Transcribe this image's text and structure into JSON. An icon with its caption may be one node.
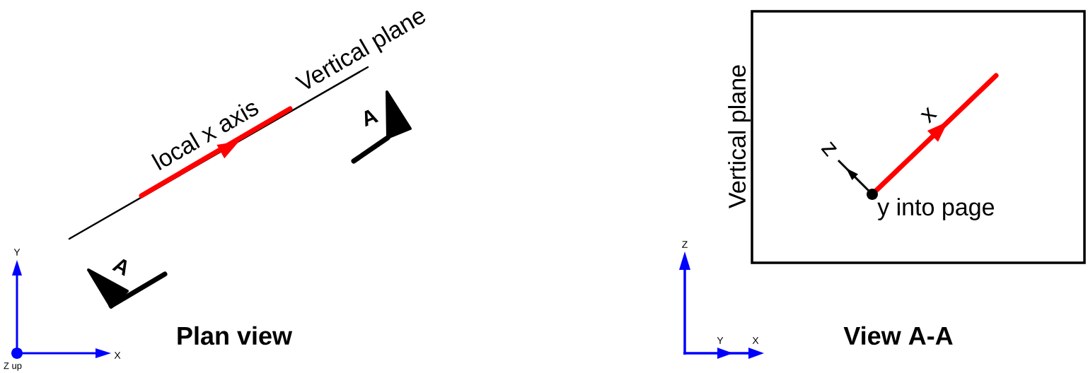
{
  "diagram": {
    "nodes": [
      {
        "text": [
          "Vertical plane",
          "x",
          "z",
          "y into page"
        ]
      }
    ],
    "labels": [
      "Vertical plane",
      "local x axis",
      "A",
      "A",
      "Y",
      "Z up",
      "X",
      "Plan view",
      "Z",
      "Y",
      "X",
      "View A-A"
    ]
  }
}
